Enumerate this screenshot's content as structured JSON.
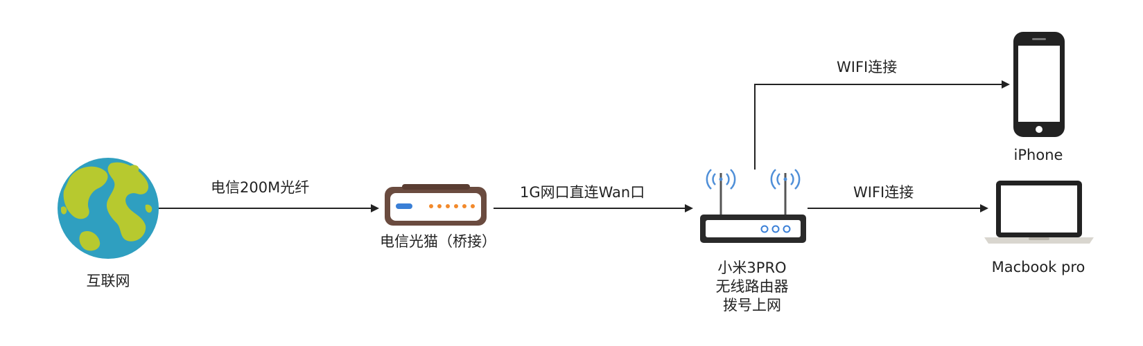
{
  "nodes": {
    "internet": {
      "label": "互联网"
    },
    "modem": {
      "label": "电信光猫（桥接）"
    },
    "router": {
      "lines": [
        "小米3PRO",
        "无线路由器",
        "拨号上网"
      ]
    },
    "iphone": {
      "label": "iPhone"
    },
    "macbook": {
      "label": "Macbook pro"
    }
  },
  "edges": {
    "internet_modem": {
      "label": "电信200M光纤"
    },
    "modem_router": {
      "label": "1G网口直连Wan口"
    },
    "router_iphone": {
      "label": "WIFI连接"
    },
    "router_macbook": {
      "label": "WIFI连接"
    }
  },
  "colors": {
    "ocean": "#2f9fc0",
    "land": "#b7c92f",
    "modem_body": "#6a4b3f",
    "modem_face": "#ffffff",
    "modem_blue_led": "#3a7fd6",
    "modem_orange_led": "#f28a2c",
    "router_body": "#2a2a2a",
    "router_led": "#3a7fd6",
    "antenna_wave": "#4f8fd8",
    "device_dark": "#222222",
    "laptop_silver": "#d9d6cf",
    "arrow": "#222222"
  }
}
